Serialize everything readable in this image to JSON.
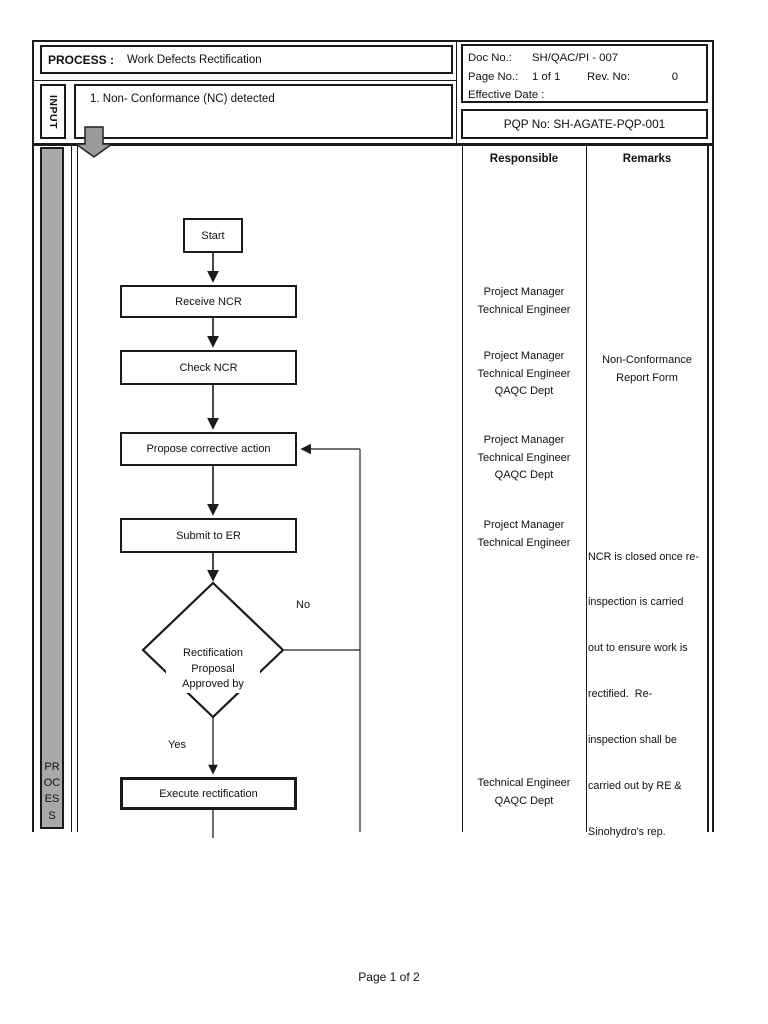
{
  "header": {
    "process_label": "PROCESS :",
    "process_title": "Work Defects Rectification",
    "input_label": "INPUT",
    "input_item": "1. Non- Conformance (NC) detected",
    "doc_no_label": "Doc No.:",
    "doc_no": "SH/QAC/PI - 007",
    "page_no_label": "Page No.:",
    "page_no": "1 of 1",
    "rev_no_label": "Rev. No:",
    "rev_no": "0",
    "effective_date_label": "Effective Date :",
    "pqp_no": "PQP No: SH-AGATE-PQP-001"
  },
  "columns": {
    "responsible": "Responsible",
    "remarks": "Remarks"
  },
  "process_vertical_label": "PROCESS",
  "flow": {
    "start": "Start",
    "receive": "Receive NCR",
    "check": "Check NCR",
    "propose": "Propose corrective action",
    "submit": "Submit to ER",
    "decision": [
      "Rectification",
      "Proposal",
      "Approved by"
    ],
    "no_label": "No",
    "yes_label": "Yes",
    "execute": "Execute rectification"
  },
  "responsible": {
    "receive": [
      "Project Manager",
      "Technical Engineer"
    ],
    "check": [
      "Project Manager",
      "Technical Engineer",
      "QAQC Dept"
    ],
    "propose": [
      "Project Manager",
      "Technical Engineer",
      "QAQC Dept"
    ],
    "submit": [
      "Project Manager",
      "Technical Engineer"
    ],
    "execute": [
      "Technical Engineer",
      "QAQC Dept"
    ]
  },
  "remarks": {
    "check": [
      "Non-Conformance",
      "Report Form"
    ],
    "submit": [
      "NCR is closed once re-",
      "inspection is carried",
      "out to ensure work is",
      "rectified.  Re-",
      "inspection shall be",
      "carried out by RE &",
      "Sinohydro's rep."
    ]
  },
  "footer": {
    "page": "Page 1 of 2"
  },
  "colors": {
    "bar_gray": "#a8a8a8",
    "arrow_gray": "#9a9a9a",
    "line_black": "#1a1a1a"
  }
}
